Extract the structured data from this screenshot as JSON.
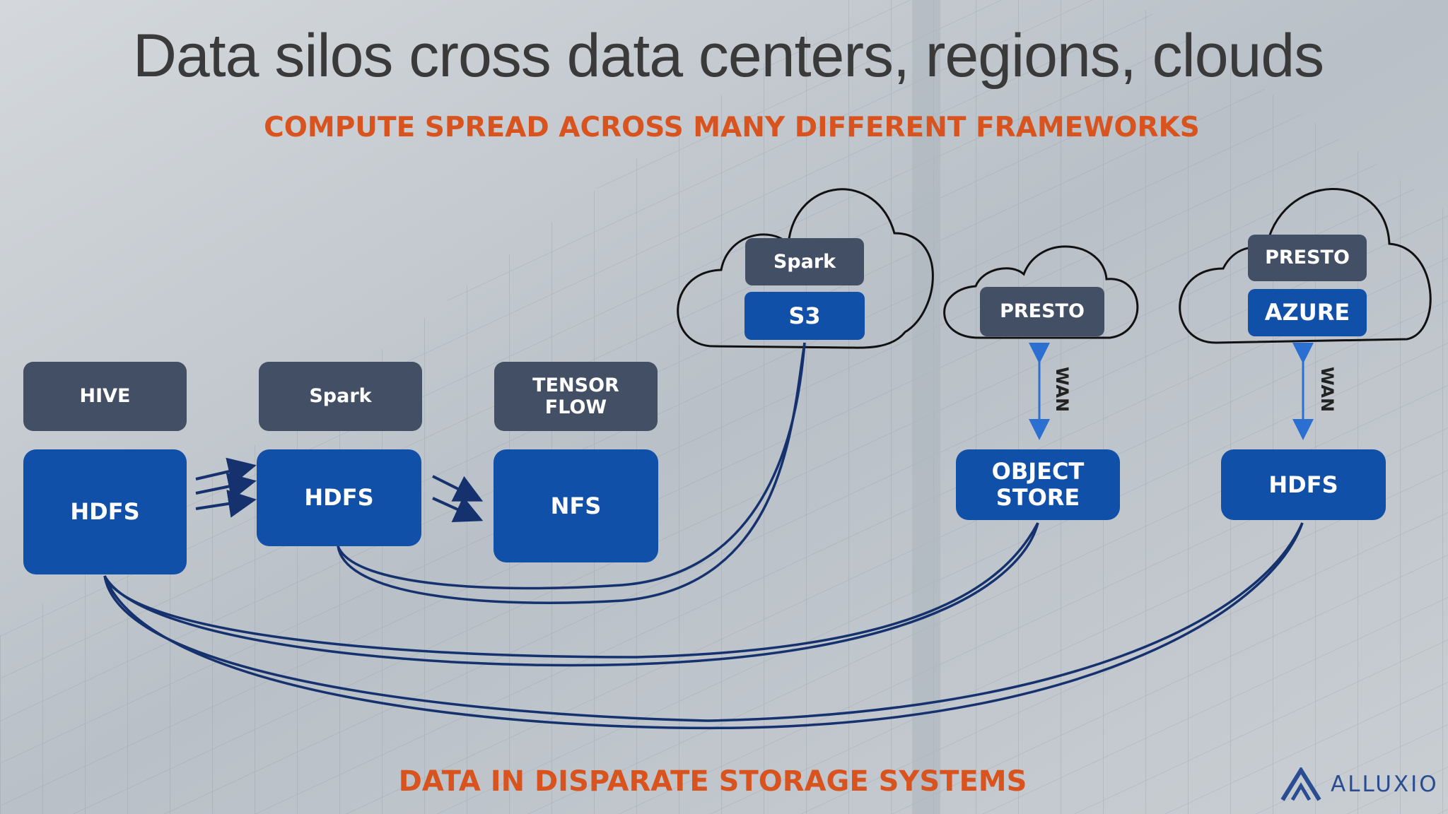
{
  "slide": {
    "title": "Data silos cross data centers, regions, clouds",
    "subtitle": "COMPUTE SPREAD ACROSS MANY DIFFERENT FRAMEWORKS",
    "footer": "DATA IN DISPARATE STORAGE SYSTEMS"
  },
  "nodes": {
    "hive": "HIVE",
    "hdfs1": "HDFS",
    "spark1": "Spark",
    "hdfs2": "HDFS",
    "tensorflow": "TENSOR\nFLOW",
    "nfs": "NFS",
    "spark_cloud": "Spark",
    "s3": "S3",
    "presto1": "PRESTO",
    "object_store": "OBJECT\nSTORE",
    "presto2": "PRESTO",
    "azure": "AZURE",
    "hdfs3": "HDFS"
  },
  "links": {
    "wan1": "WAN",
    "wan2": "WAN"
  },
  "logo": {
    "text": "ALLUXIO"
  },
  "colors": {
    "compute": "#434f65",
    "storage": "#1150a8",
    "accent": "#d9531e",
    "connector": "#15326e",
    "wan_arrow": "#2b6fd1"
  }
}
